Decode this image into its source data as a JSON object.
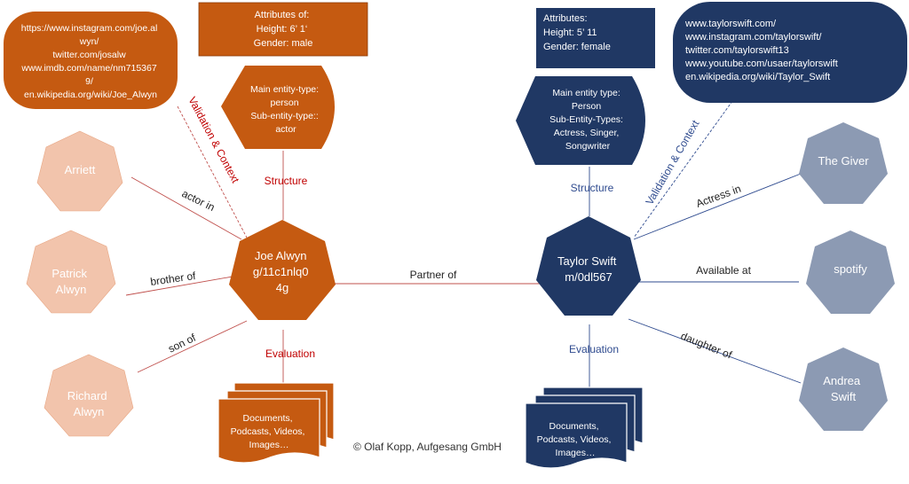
{
  "colors": {
    "joe": "#C55A11",
    "joe_light": "#F2C4AC",
    "taylor": "#203864",
    "taylor_light": "#8C9AB3",
    "red_label": "#C00000",
    "blue_label": "#2F4B8F"
  },
  "joe": {
    "node": {
      "line1": "Joe Alwyn",
      "line2": "g/11c1nlq0",
      "line3": "4g"
    },
    "attributes": {
      "line1": "Attributes of:",
      "line2": "Height:  6’ 1‘",
      "line3": "Gender: male"
    },
    "entity_type": {
      "line1": "Main entity-type:",
      "line2": "person",
      "line3": "Sub-entity-type::",
      "line4": "actor"
    },
    "links": {
      "line1": "https://www.instagram.com/joe.al",
      "line2": "wyn/",
      "line3": "twitter.com/josalw",
      "line4": "www.imdb.com/name/nm715367",
      "line5": "9/",
      "line6": "en.wikipedia.org/wiki/Joe_Alwyn"
    },
    "documents": {
      "line1": "Documents,",
      "line2": "Podcasts, Videos,",
      "line3": "Images…"
    },
    "structure_label": "Structure",
    "evaluation_label": "Evaluation",
    "validation_label": "Validation & Context",
    "related": [
      {
        "name_line1": "Arriett",
        "name_line2": "",
        "relation": "actor in"
      },
      {
        "name_line1": "Patrick",
        "name_line2": "Alwyn",
        "relation": "brother of"
      },
      {
        "name_line1": "Richard",
        "name_line2": "Alwyn",
        "relation": "son of"
      }
    ]
  },
  "taylor": {
    "node": {
      "line1": "Taylor Swift",
      "line2": "m/0dl567"
    },
    "attributes": {
      "line1": "Attributes:",
      "line2": "Height:  5’ 11",
      "line3": "Gender: female"
    },
    "entity_type": {
      "line1": "Main entity type:",
      "line2": "Person",
      "line3": "Sub-Entity-Types:",
      "line4": "Actress, Singer,",
      "line5": "Songwriter"
    },
    "links": {
      "line1": "www.taylorswift.com/",
      "line2": "www.instagram.com/taylorswift/",
      "line3": "twitter.com/taylorswift13",
      "line4": "www.youtube.com/usaer/taylorswift",
      "line5": "en.wikipedia.org/wiki/Taylor_Swift"
    },
    "documents": {
      "line1": "Documents,",
      "line2": "Podcasts, Videos,",
      "line3": "Images…"
    },
    "structure_label": "Structure",
    "evaluation_label": "Evaluation",
    "validation_label": "Validation & Context",
    "related": [
      {
        "name_line1": "The Giver",
        "name_line2": "",
        "relation": "Actress in"
      },
      {
        "name_line1": "spotify",
        "name_line2": "",
        "relation": "Available at"
      },
      {
        "name_line1": "Andrea",
        "name_line2": "Swift",
        "relation": "daughter of"
      }
    ]
  },
  "partner_label": "Partner of",
  "copyright": "© Olaf Kopp, Aufgesang GmbH"
}
